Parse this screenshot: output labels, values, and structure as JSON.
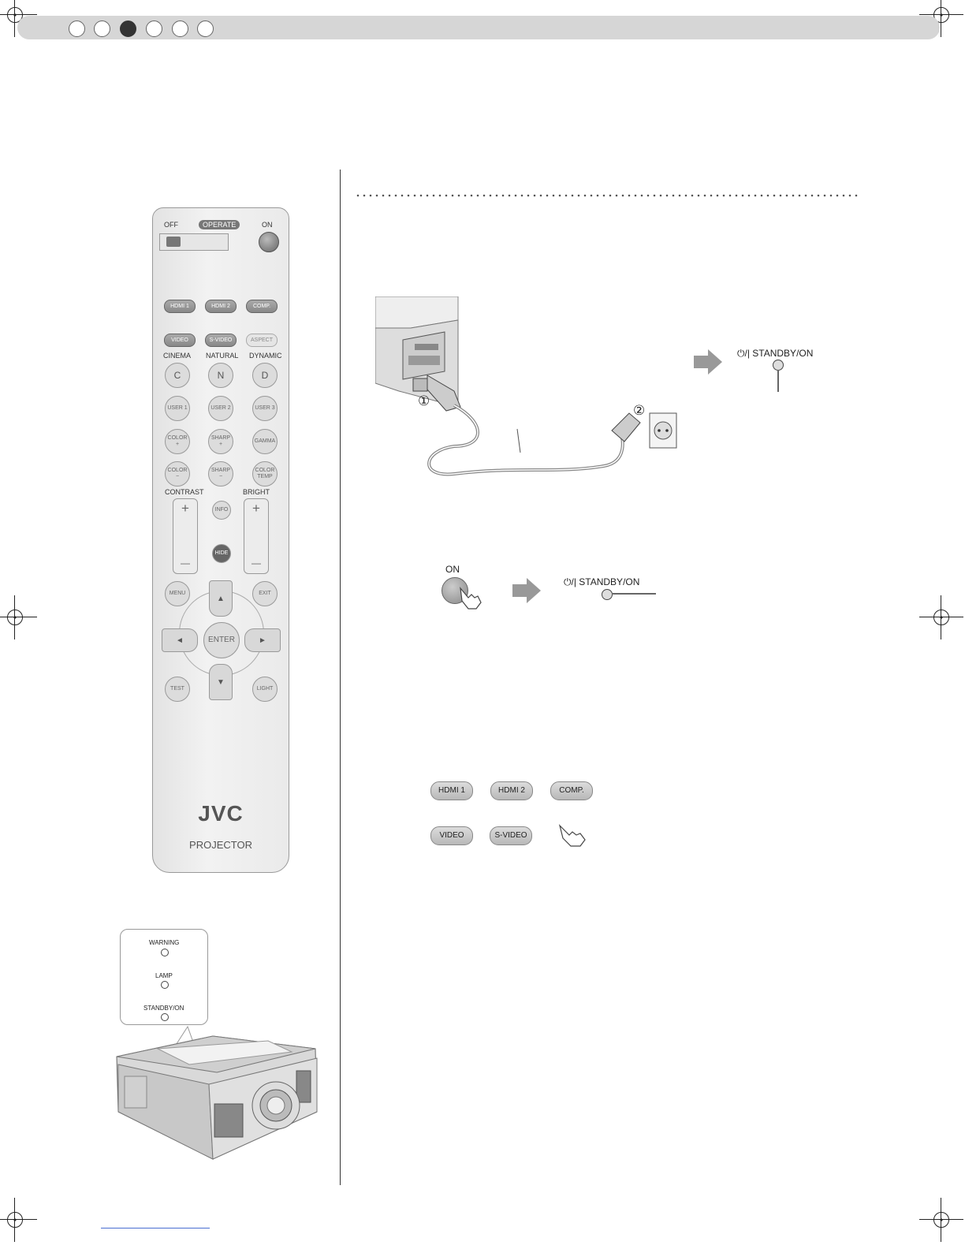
{
  "remote": {
    "off_label": "OFF",
    "operate_label": "OPERATE",
    "on_label": "ON",
    "row1": [
      "HDMI 1",
      "HDMI 2",
      "COMP."
    ],
    "row2": [
      "VIDEO",
      "S-VIDEO",
      "ASPECT"
    ],
    "mode_labels": [
      "CINEMA",
      "NATURAL",
      "DYNAMIC"
    ],
    "mode_buttons": [
      "C",
      "N",
      "D"
    ],
    "user_buttons": [
      "USER 1",
      "USER 2",
      "USER 3"
    ],
    "color_plus": "COLOR +",
    "sharp_plus": "SHARP +",
    "gamma": "GAMMA",
    "color_minus": "COLOR −",
    "sharp_minus": "SHARP −",
    "color_temp": "COLOR TEMP",
    "contrast_label": "CONTRAST",
    "bright_label": "BRIGHT",
    "info": "INFO",
    "hide": "HIDE",
    "plus": "+",
    "minus": "—",
    "menu": "MENU",
    "exit": "EXIT",
    "up": "▲",
    "down": "▼",
    "left": "◄",
    "right": "►",
    "enter": "ENTER",
    "test": "TEST",
    "light": "LIGHT",
    "brand": "JVC",
    "model": "PROJECTOR"
  },
  "indicator_panel": {
    "warning": "WARNING",
    "lamp": "LAMP",
    "standby": "STANDBY/ON"
  },
  "step1": {
    "marker1": "①",
    "marker2": "②",
    "standby_label": "⏻/| STANDBY/ON"
  },
  "step2": {
    "on_label": "ON",
    "standby_label": "⏻/| STANDBY/ON"
  },
  "step3": {
    "row1": [
      "HDMI 1",
      "HDMI 2",
      "COMP."
    ],
    "row2": [
      "VIDEO",
      "S-VIDEO"
    ]
  }
}
